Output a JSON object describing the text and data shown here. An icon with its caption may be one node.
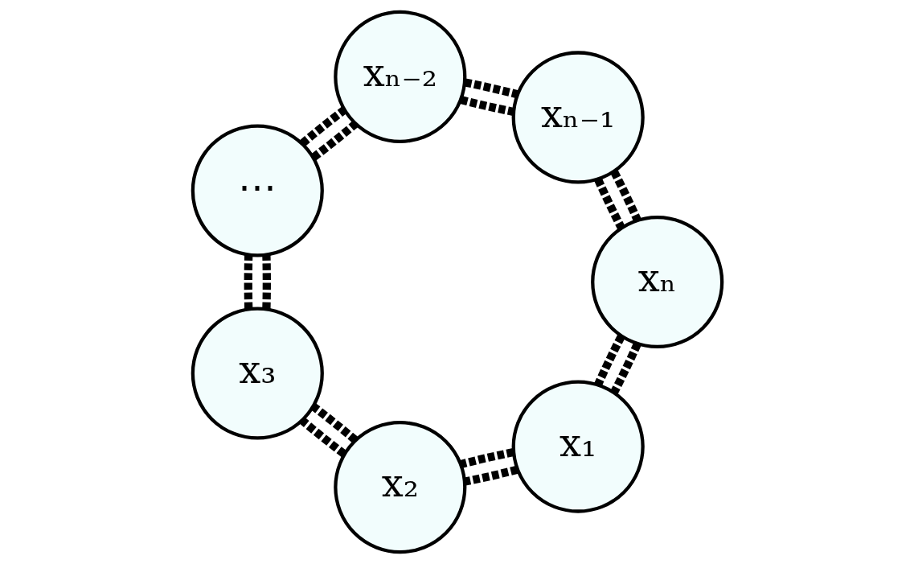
{
  "diagram": {
    "nodes": [
      {
        "text": [
          "x₁"
        ]
      },
      {
        "text": [
          "x₂"
        ]
      },
      {
        "text": [
          "x₃"
        ]
      },
      {
        "text": [
          "⋯"
        ]
      },
      {
        "text": [
          "xₙ₋₂"
        ]
      },
      {
        "text": [
          "xₙ₋₁"
        ]
      },
      {
        "text": [
          "xₙ"
        ]
      }
    ],
    "edges": [
      {
        "from": 0,
        "to": 1,
        "arrow": "none",
        "style": "dashed"
      },
      {
        "from": 0,
        "to": 1,
        "arrow": "none",
        "style": "dashed"
      },
      {
        "from": 1,
        "to": 2,
        "arrow": "none",
        "style": "dashed"
      },
      {
        "from": 1,
        "to": 2,
        "arrow": "none",
        "style": "dashed"
      },
      {
        "from": 2,
        "to": 3,
        "arrow": "none",
        "style": "dashed"
      },
      {
        "from": 2,
        "to": 3,
        "arrow": "none",
        "style": "dashed"
      },
      {
        "from": 3,
        "to": 4,
        "arrow": "none",
        "style": "dashed"
      },
      {
        "from": 3,
        "to": 4,
        "arrow": "none",
        "style": "dashed"
      },
      {
        "from": 4,
        "to": 5,
        "arrow": "none",
        "style": "dashed"
      },
      {
        "from": 4,
        "to": 5,
        "arrow": "none",
        "style": "dashed"
      },
      {
        "from": 5,
        "to": 6,
        "arrow": "none",
        "style": "dashed"
      },
      {
        "from": 5,
        "to": 6,
        "arrow": "none",
        "style": "dashed"
      },
      {
        "from": 6,
        "to": 0,
        "arrow": "none",
        "style": "dashed"
      },
      {
        "from": 6,
        "to": 0,
        "arrow": "none",
        "style": "dashed"
      }
    ]
  }
}
